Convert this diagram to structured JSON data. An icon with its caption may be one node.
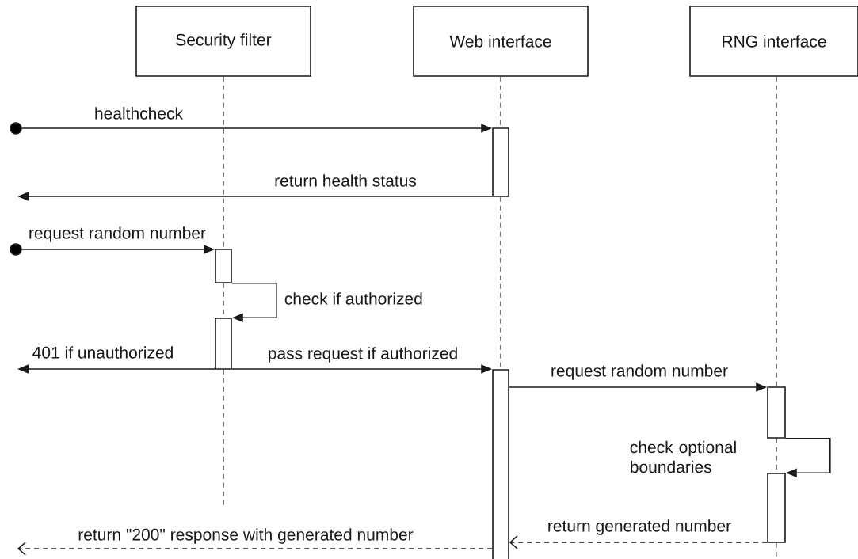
{
  "diagram": {
    "nodes": [
      {
        "text": [
          "Security filter"
        ]
      },
      {
        "text": [
          "Web interface"
        ]
      },
      {
        "text": [
          "RNG interface"
        ]
      },
      {
        "text": [],
        "shape": "circle"
      },
      {
        "text": [],
        "shape": "circle"
      },
      {
        "text": [],
        "shape": "bar"
      },
      {
        "text": [],
        "shape": "bar"
      },
      {
        "text": [],
        "shape": "bar"
      },
      {
        "text": [],
        "shape": "bar"
      },
      {
        "text": [],
        "shape": "bar"
      },
      {
        "text": [],
        "shape": "bar"
      }
    ],
    "edges": [
      {
        "from": 3,
        "to": 5,
        "arrow": "to",
        "label": "healthcheck"
      },
      {
        "from": 5,
        "to": null,
        "arrow": "to",
        "label": "return health status"
      },
      {
        "from": 4,
        "to": 6,
        "arrow": "to",
        "label": "request random number"
      },
      {
        "from": 6,
        "to": 7,
        "arrow": "to",
        "label": "check if authorized"
      },
      {
        "from": 7,
        "to": null,
        "arrow": "to",
        "label": "401 if unauthorized"
      },
      {
        "from": 7,
        "to": 8,
        "arrow": "to",
        "label": "pass request if authorized"
      },
      {
        "from": 8,
        "to": 9,
        "arrow": "to",
        "label": "request random number"
      },
      {
        "from": 9,
        "to": 10,
        "arrow": "to",
        "label": "check optional boundaries"
      },
      {
        "from": 10,
        "to": 8,
        "arrow": "to",
        "label": "return generated number",
        "style": "dashed"
      },
      {
        "from": 8,
        "to": null,
        "arrow": "to",
        "label": "return \"200\" response with generated number",
        "style": "dashed"
      },
      {
        "from": 0,
        "to": 6,
        "arrow": "none",
        "style": "dashed"
      },
      {
        "from": 6,
        "to": 7,
        "arrow": "none",
        "style": "dashed"
      },
      {
        "from": 7,
        "to": null,
        "arrow": "none",
        "style": "dashed"
      },
      {
        "from": 1,
        "to": 5,
        "arrow": "none",
        "style": "dashed"
      },
      {
        "from": 5,
        "to": 8,
        "arrow": "none",
        "style": "dashed"
      },
      {
        "from": 2,
        "to": 9,
        "arrow": "none",
        "style": "dashed"
      },
      {
        "from": 9,
        "to": 10,
        "arrow": "none",
        "style": "dashed"
      },
      {
        "from": 10,
        "to": null,
        "arrow": "none",
        "style": "dashed"
      }
    ]
  }
}
